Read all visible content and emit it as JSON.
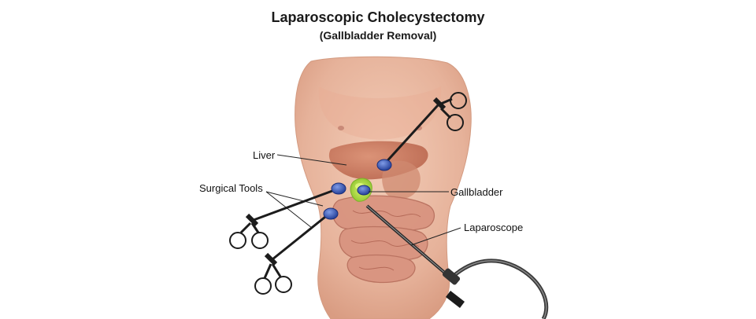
{
  "title": "Laparoscopic Cholecystectomy",
  "subtitle": "(Gallbladder Removal)",
  "labels": {
    "liver": "Liver",
    "surgical_tools": "Surgical Tools",
    "gallbladder": "Gallbladder",
    "laparoscope": "Laparoscope"
  },
  "colors": {
    "skin": "#e9b9a0",
    "skin_shadow": "#d49a80",
    "liver": "#c8785e",
    "gallbladder": "#a6d93a",
    "intestine": "#d99480",
    "port": "#2f49a8",
    "instrument": "#1c1c1c",
    "leader_line": "#222222"
  }
}
